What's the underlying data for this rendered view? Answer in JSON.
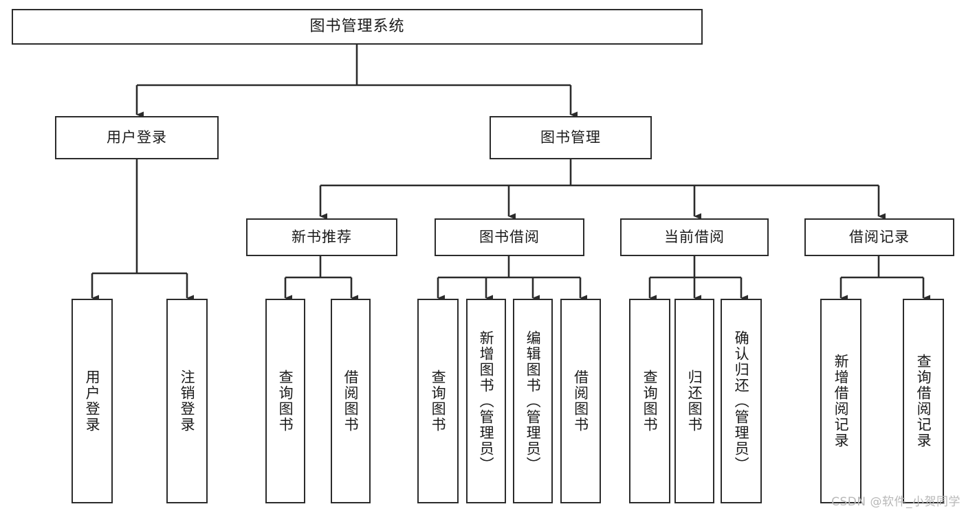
{
  "diagram": {
    "title": "图书管理系统",
    "type": "tree-hierarchy-chart",
    "watermark": "CSDN @软件_小贺同学",
    "colors": {
      "border": "#2b2b2b",
      "background": "#ffffff",
      "text": "#1a1a1a",
      "watermark": "#b8b8b8"
    }
  },
  "nodes": {
    "root": {
      "label": "图书管理系统"
    },
    "level2": [
      {
        "id": "user-login",
        "label": "用户登录"
      },
      {
        "id": "book-manage",
        "label": "图书管理"
      }
    ],
    "level3": [
      {
        "id": "new-book-recommend",
        "label": "新书推荐"
      },
      {
        "id": "book-borrow",
        "label": "图书借阅"
      },
      {
        "id": "current-borrow",
        "label": "当前借阅"
      },
      {
        "id": "borrow-record",
        "label": "借阅记录"
      }
    ],
    "leaves": {
      "user_login": [
        {
          "id": "leaf-user-login",
          "label": "用户登录"
        },
        {
          "id": "leaf-logout-login",
          "label": "注销登录"
        }
      ],
      "new_book_recommend": [
        {
          "id": "leaf-query-book-1",
          "label": "查询图书"
        },
        {
          "id": "leaf-borrow-book-1",
          "label": "借阅图书"
        }
      ],
      "book_borrow": [
        {
          "id": "leaf-query-book-2",
          "label": "查询图书"
        },
        {
          "id": "leaf-add-book",
          "label": "新增图书（管理员）"
        },
        {
          "id": "leaf-edit-book",
          "label": "编辑图书（管理员）"
        },
        {
          "id": "leaf-borrow-book-2",
          "label": "借阅图书"
        }
      ],
      "current_borrow": [
        {
          "id": "leaf-query-book-3",
          "label": "查询图书"
        },
        {
          "id": "leaf-return-book",
          "label": "归还图书"
        },
        {
          "id": "leaf-confirm-return",
          "label": "确认归还（管理员）"
        }
      ],
      "borrow_record": [
        {
          "id": "leaf-add-borrow-record",
          "label": "新增借阅记录"
        },
        {
          "id": "leaf-query-borrow-record",
          "label": "查询借阅记录"
        }
      ]
    }
  }
}
